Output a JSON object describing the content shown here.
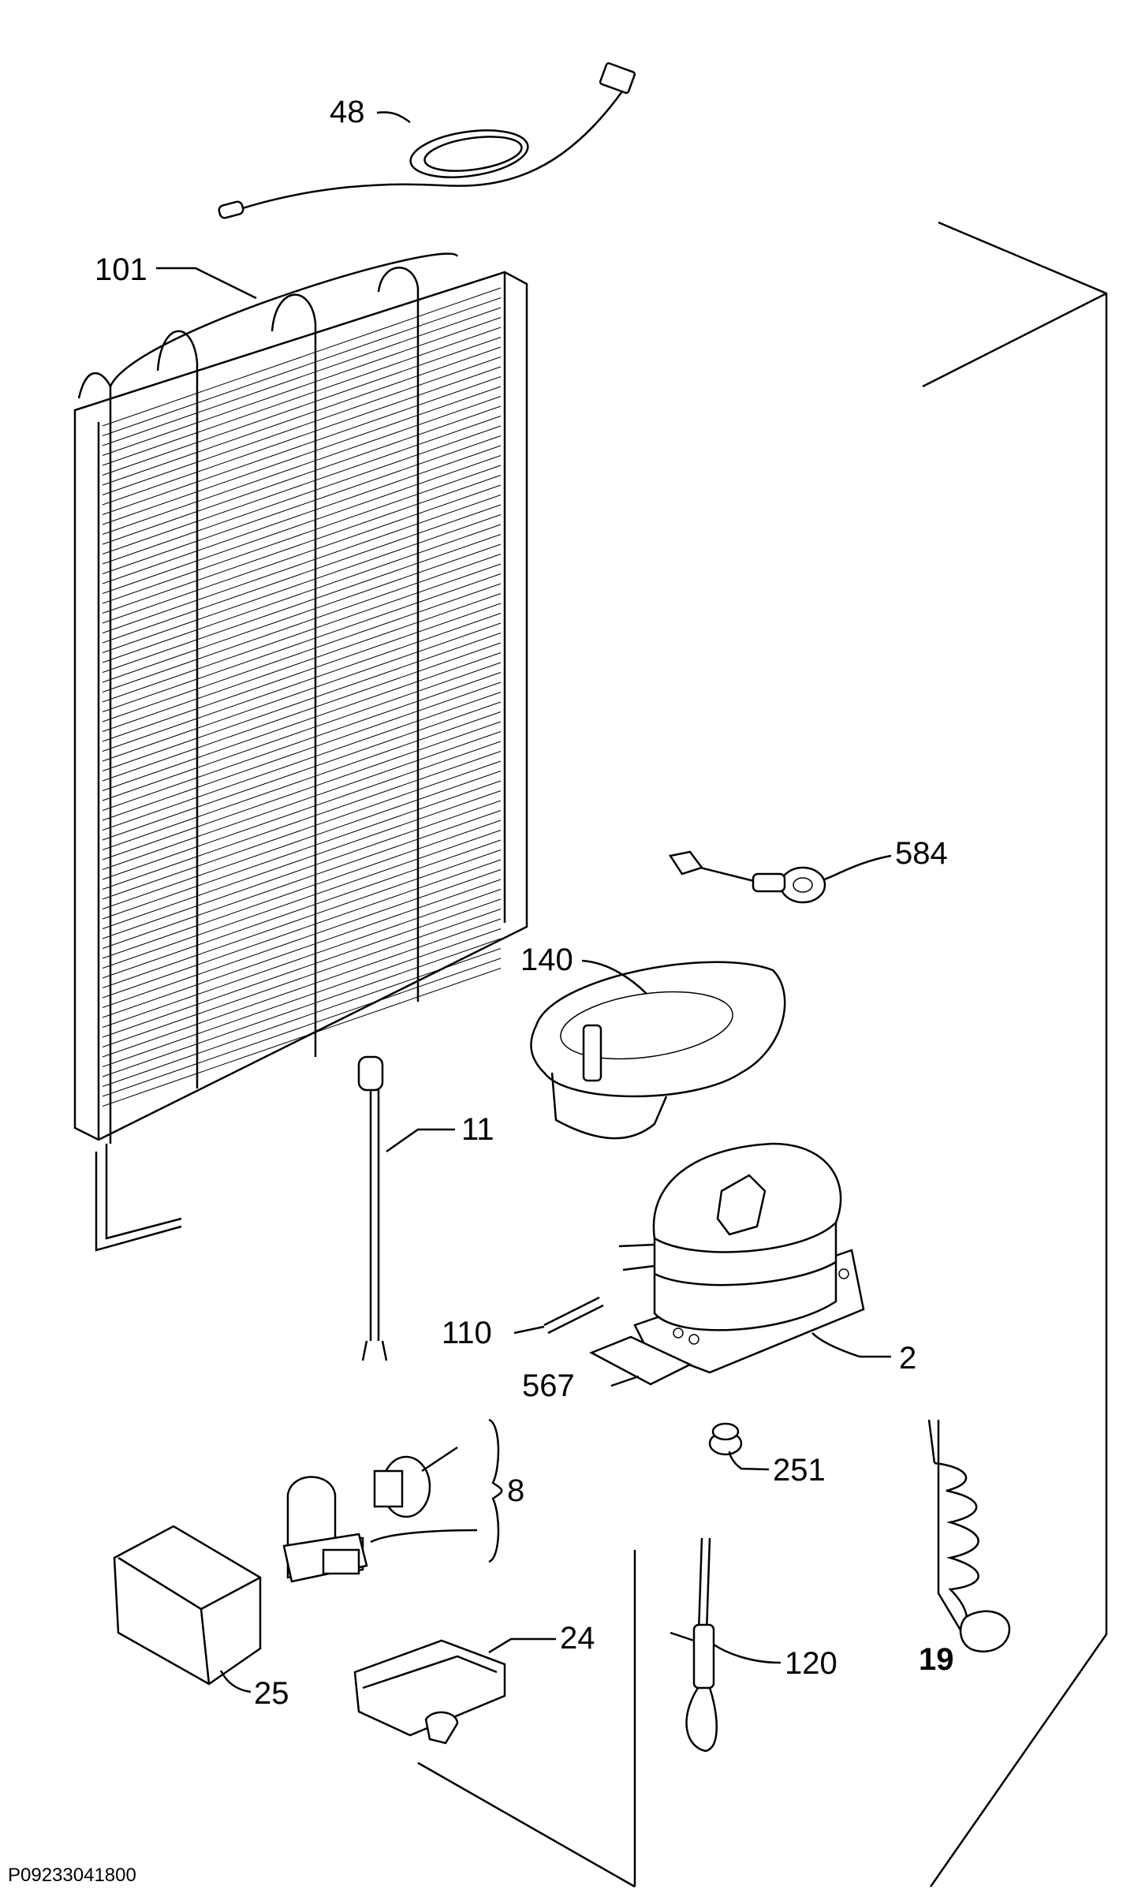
{
  "reference_code": "P09233041800",
  "callouts": [
    {
      "id": "48",
      "text": "48",
      "bold": false
    },
    {
      "id": "101",
      "text": "101",
      "bold": false
    },
    {
      "id": "584",
      "text": "584",
      "bold": false
    },
    {
      "id": "140",
      "text": "140",
      "bold": false
    },
    {
      "id": "11",
      "text": "11",
      "bold": false
    },
    {
      "id": "110",
      "text": "110",
      "bold": false
    },
    {
      "id": "2",
      "text": "2",
      "bold": false
    },
    {
      "id": "567",
      "text": "567",
      "bold": false
    },
    {
      "id": "251",
      "text": "251",
      "bold": false
    },
    {
      "id": "8",
      "text": "8",
      "bold": false
    },
    {
      "id": "24",
      "text": "24",
      "bold": false
    },
    {
      "id": "120",
      "text": "120",
      "bold": false
    },
    {
      "id": "19",
      "text": "19",
      "bold": true
    },
    {
      "id": "25",
      "text": "25",
      "bold": false
    }
  ]
}
